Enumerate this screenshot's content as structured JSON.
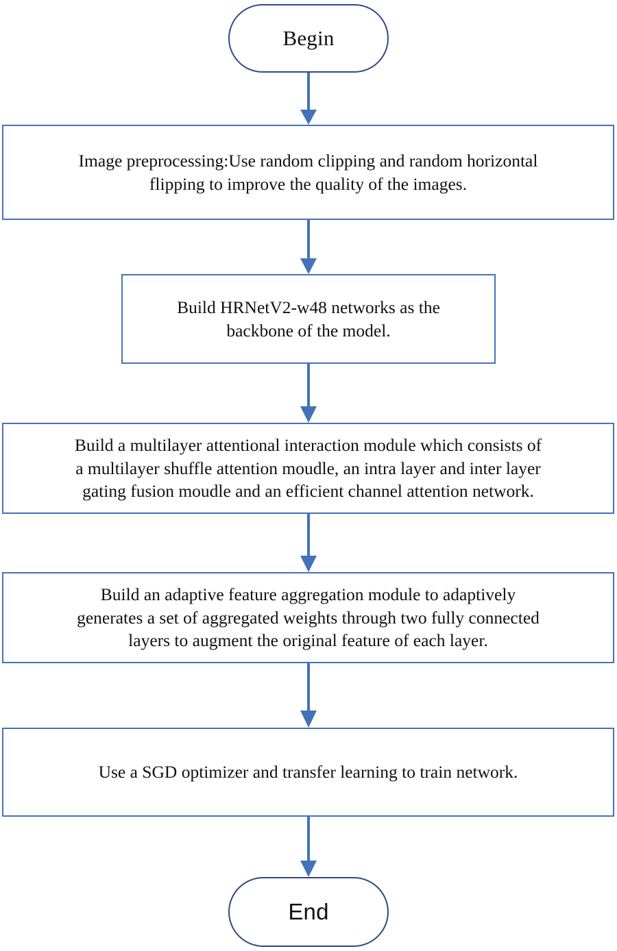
{
  "diagram": {
    "title": "Model training workflow flowchart",
    "orientation": "top-to-bottom",
    "colors": {
      "terminal_border": "#2e4a85",
      "process_border": "#4472b8",
      "arrow": "#4472b8",
      "node_fill": "#ffffff",
      "text": "#111111"
    }
  },
  "nodes": [
    {
      "id": "begin",
      "shape": "stadium",
      "label": "Begin"
    },
    {
      "id": "preprocessing",
      "shape": "rectangle",
      "label": "Image preprocessing:Use random clipping and random horizontal\nflipping to improve the quality of the images."
    },
    {
      "id": "backbone",
      "shape": "rectangle",
      "label": "Build HRNetV2-w48 networks as the\nbackbone of the model."
    },
    {
      "id": "attention-module",
      "shape": "rectangle",
      "label": "Build a multilayer attentional interaction module which consists of\na multilayer shuffle attention moudle, an intra layer and inter layer\ngating fusion moudle and an efficient channel attention network."
    },
    {
      "id": "aggregation-module",
      "shape": "rectangle",
      "label": "Build an adaptive feature aggregation module to adaptively\ngenerates a set of aggregated weights through two fully connected\nlayers to augment the original feature of each layer."
    },
    {
      "id": "training",
      "shape": "rectangle",
      "label": "Use a SGD optimizer and transfer learning to train network."
    },
    {
      "id": "end",
      "shape": "stadium",
      "label": "End"
    }
  ],
  "edges": [
    {
      "from": "begin",
      "to": "preprocessing"
    },
    {
      "from": "preprocessing",
      "to": "backbone"
    },
    {
      "from": "backbone",
      "to": "attention-module"
    },
    {
      "from": "attention-module",
      "to": "aggregation-module"
    },
    {
      "from": "aggregation-module",
      "to": "training"
    },
    {
      "from": "training",
      "to": "end"
    }
  ]
}
